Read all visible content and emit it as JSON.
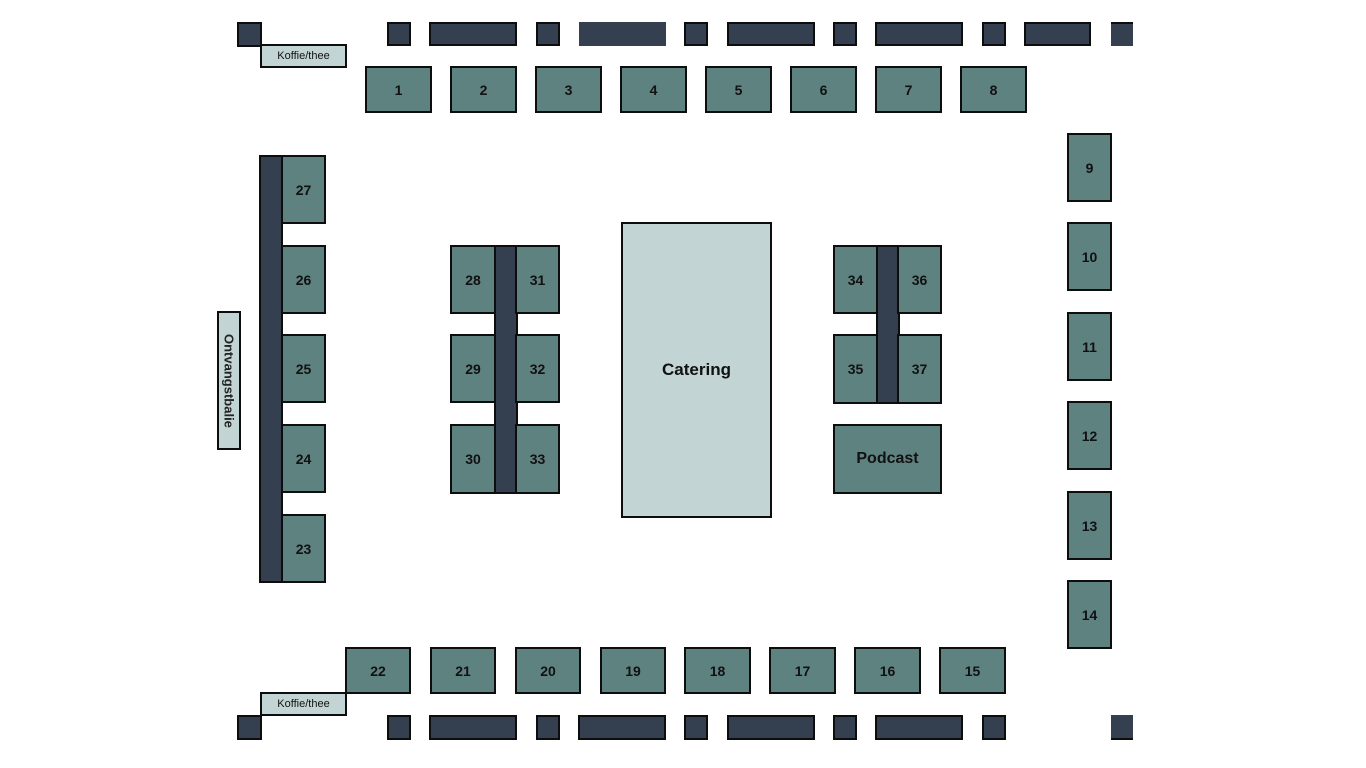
{
  "floorplan": {
    "colors": {
      "booth": "#5e8280",
      "wall": "#343f4f",
      "area": "#c2d4d3",
      "border": "#0d0d0d"
    },
    "labels": {
      "coffee_top": "Koffie/thee",
      "coffee_bottom": "Koffie/thee",
      "reception": "Ontvangstbalie",
      "catering": "Catering",
      "podcast": "Podcast"
    },
    "booths": {
      "top_row": [
        "1",
        "2",
        "3",
        "4",
        "5",
        "6",
        "7",
        "8"
      ],
      "right_column": [
        "9",
        "10",
        "11",
        "12",
        "13",
        "14"
      ],
      "bottom_row": [
        "15",
        "16",
        "17",
        "18",
        "19",
        "20",
        "21",
        "22"
      ],
      "left_column": [
        "23",
        "24",
        "25",
        "26",
        "27"
      ],
      "island_left_a": [
        "28",
        "29",
        "30"
      ],
      "island_left_b": [
        "31",
        "32",
        "33"
      ],
      "island_right_a": [
        "34",
        "35"
      ],
      "island_right_b": [
        "36",
        "37"
      ]
    }
  }
}
